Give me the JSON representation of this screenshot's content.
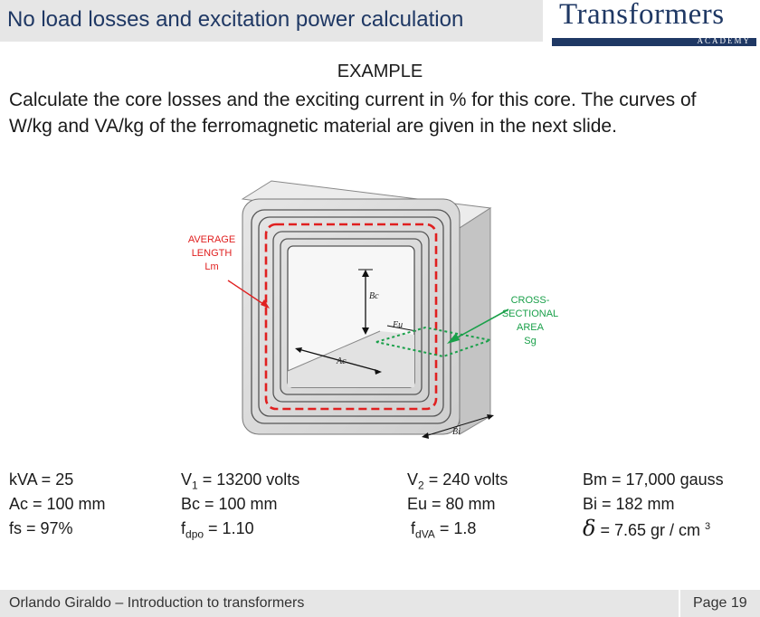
{
  "header": {
    "title": "No load losses and excitation power calculation",
    "logo_main": "Transformers",
    "logo_sub": "ACADEMY"
  },
  "content": {
    "example_label": "EXAMPLE",
    "problem_line1": "Calculate the core losses and the exciting current in % for this core. The curves of",
    "problem_line2": "W/kg  and VA/kg of the ferromagnetic material are given in the next slide."
  },
  "diagram": {
    "avg_length_lines": [
      "AVERAGE",
      "LENGTH",
      "Lm"
    ],
    "cross_section_lines": [
      "CROSS-",
      "SECTIONAL",
      "AREA",
      "Sg"
    ],
    "dim_bc": "Bc",
    "dim_ac": "Ac",
    "dim_eu": "Eu",
    "dim_bi": "Bi",
    "colors": {
      "red": "#e02020",
      "green": "#1aa04a",
      "core": "#d9d9d9"
    }
  },
  "params": {
    "kva": "kVA = 25",
    "ac": "Ac  = 100 mm",
    "fs": "fs    = 97%",
    "v1_pre": "V",
    "v1_sub": "1",
    "v1_post": "    = 13200 volts",
    "bc": "Bc    = 100 mm",
    "fdpo_pre": "f",
    "fdpo_sub": "dpo",
    "fdpo_post": " = 1.10",
    "v2_pre": "V",
    "v2_sub": "2",
    "v2_post": " = 240 volts",
    "eu": "Eu = 80 mm",
    "fdva_pre": "f",
    "fdva_sub": "dVA",
    "fdva_post": " = 1.8",
    "bm": "Bm = 17,000 gauss",
    "bi": "Bi    =  182 mm",
    "delta_symbol": "δ",
    "delta_value": "    = 7.65 gr / cm ",
    "delta_sup": "3"
  },
  "footer": {
    "left": "Orlando Giraldo – Introduction to transformers",
    "page": "Page 19"
  }
}
